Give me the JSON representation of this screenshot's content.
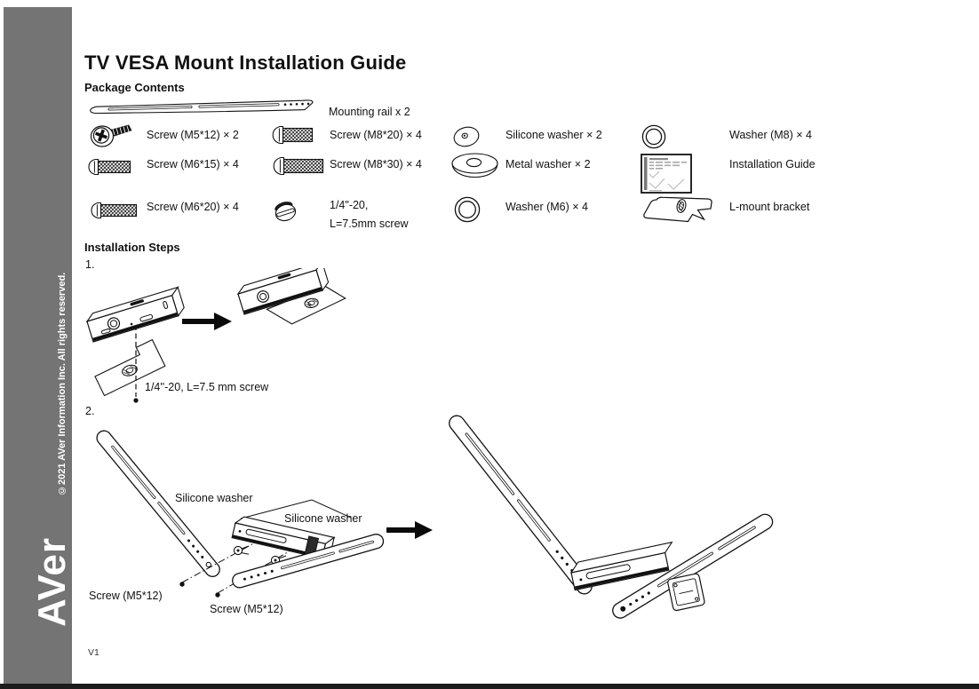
{
  "page": {
    "title": "TV VESA Mount Installation Guide",
    "version": "V1"
  },
  "sidebar": {
    "copyright": "©2021 AVer Information Inc. All rights reserved.",
    "logo": "AVer",
    "bar_color": "#747474"
  },
  "package": {
    "heading": "Package Contents",
    "rail": {
      "label": "Mounting rail x 2",
      "icon": "mounting-rail-icon"
    },
    "items": [
      {
        "label": "Screw (M5*12) × 2",
        "icon": "phillips-screw-icon"
      },
      {
        "label": "Screw (M8*20) × 4",
        "icon": "pan-head-screw-icon"
      },
      {
        "label": "Silicone washer × 2",
        "icon": "silicone-washer-icon"
      },
      {
        "label": "Washer (M8) × 4",
        "icon": "washer-icon"
      },
      {
        "label": "Screw (M6*15) × 4",
        "icon": "pan-head-screw-icon"
      },
      {
        "label": "Screw (M8*30) × 4",
        "icon": "pan-head-screw-icon"
      },
      {
        "label": "Metal washer × 2",
        "icon": "metal-washer-icon"
      },
      {
        "label": "Installation Guide",
        "icon": "installation-guide-icon"
      },
      {
        "label": "Screw (M6*20) × 4",
        "icon": "pan-head-screw-icon"
      },
      {
        "label": "1/4\"-20,",
        "label2": "L=7.5mm screw",
        "icon": "quarter-inch-screw-icon"
      },
      {
        "label": "Washer (M6) × 4",
        "icon": "washer-icon"
      },
      {
        "label": "L-mount bracket",
        "icon": "l-mount-bracket-icon"
      }
    ]
  },
  "steps": {
    "heading": "Installation Steps",
    "step1": {
      "number": "1.",
      "callout": "1/4''-20, L=7.5 mm screw"
    },
    "step2": {
      "number": "2.",
      "callout_washer1": "Silicone washer",
      "callout_washer2": "Silicone washer",
      "callout_screw1": "Screw (M5*12)",
      "callout_screw2": "Screw (M5*12)"
    }
  },
  "colors": {
    "sidebar_gray": "#747474",
    "footer_black": "#1c1c1c",
    "ink": "#111111"
  }
}
